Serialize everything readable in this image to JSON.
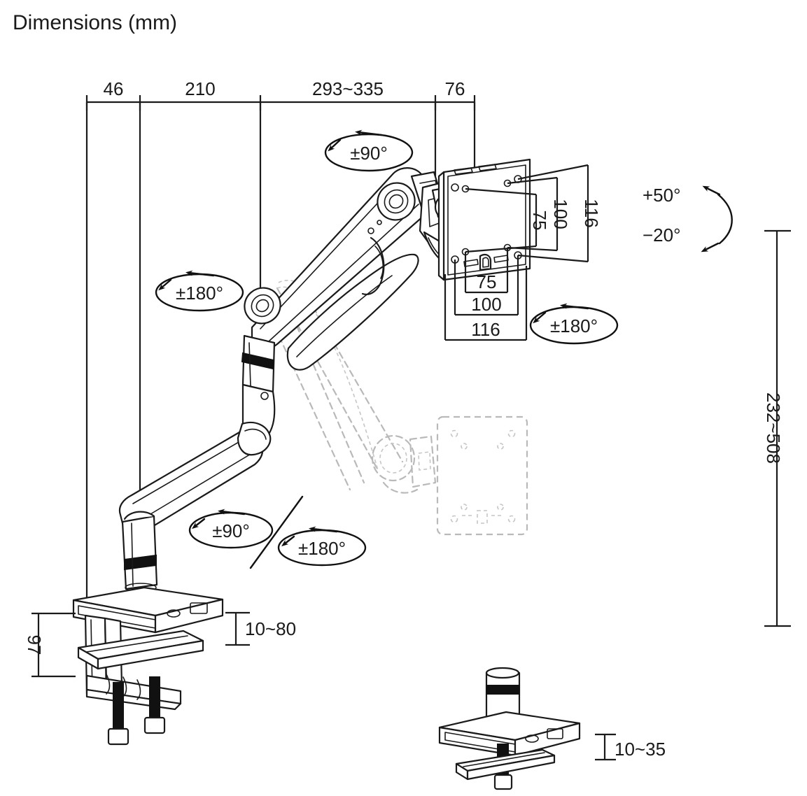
{
  "title": "Dimensions (mm)",
  "units": "mm",
  "colors": {
    "line": "#1a1a1a",
    "ghost": "#b9b9b9",
    "background": "#ffffff",
    "fill": "#ffffff",
    "accent_dark": "#111111"
  },
  "top_chain": {
    "orientation": "horizontal",
    "segments": [
      {
        "label": "46"
      },
      {
        "label": "210"
      },
      {
        "label": "293~335"
      },
      {
        "label": "76"
      }
    ]
  },
  "vesa": {
    "vertical": [
      {
        "label": "75"
      },
      {
        "label": "100"
      },
      {
        "label": "116"
      }
    ],
    "horizontal": [
      {
        "label": "75"
      },
      {
        "label": "100"
      },
      {
        "label": "116"
      }
    ]
  },
  "height_range": {
    "label": "232~508",
    "orientation": "vertical"
  },
  "clamp": {
    "post_height": {
      "label": "97",
      "orientation": "vertical"
    },
    "desk_thickness": {
      "label": "10~80"
    }
  },
  "grommet": {
    "desk_thickness": {
      "label": "10~35"
    }
  },
  "rotations": [
    {
      "id": "monitor-tilt-rotate",
      "label": "±90°",
      "style": "ellipse"
    },
    {
      "id": "upper-arm-swivel",
      "label": "±180°",
      "style": "ellipse"
    },
    {
      "id": "monitor-plate-rotate",
      "label": "±180°",
      "style": "ellipse"
    },
    {
      "id": "lower-arm-swivel",
      "label": "±90°",
      "style": "ellipse"
    },
    {
      "id": "base-post-swivel",
      "label": "±180°",
      "style": "ellipse"
    }
  ],
  "tilt": {
    "up_label": "+50°",
    "down_label": "−20°",
    "style": "curved-double-arrow"
  },
  "parts": {
    "monitor_plate": "vesa-mount-plate",
    "upper_arm": "gas-spring-upper-arm",
    "lower_arm": "lower-arm",
    "post": "vertical-post",
    "clamp_base": "desk-clamp-base",
    "grommet_base": "grommet-mount-base"
  }
}
